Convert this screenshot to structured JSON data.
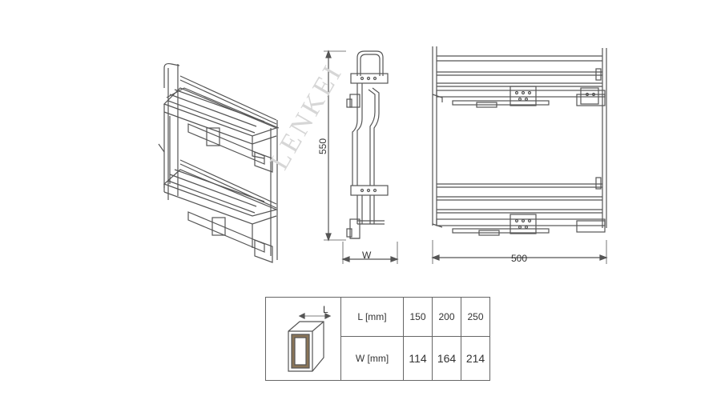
{
  "watermark": "LENKEI",
  "dimensions": {
    "height": "550",
    "width_symbol": "W",
    "depth": "500"
  },
  "spec_table": {
    "thumb_label": "L",
    "rows": [
      {
        "label": "L [mm]",
        "values": [
          "150",
          "200",
          "250"
        ]
      },
      {
        "label": "W [mm]",
        "values": [
          "114",
          "164",
          "214"
        ]
      }
    ]
  },
  "colors": {
    "line": "#555555",
    "dark": "#333333",
    "watermark": "#d6d6d6"
  }
}
